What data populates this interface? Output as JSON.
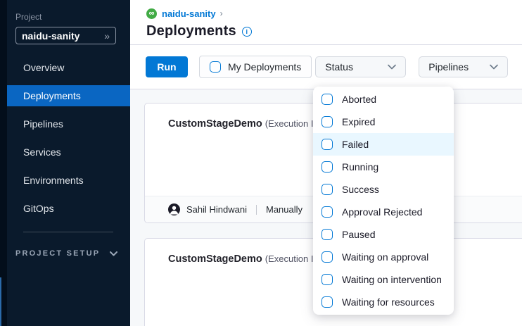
{
  "colors": {
    "accent_blue": "#0278d5",
    "nav_active_blue": "#0a66c2",
    "sidebar_bg": "#0a1a2c",
    "module_green": "#42ab45",
    "content_bg": "#f6f8fa",
    "border": "#d9dae5",
    "menu_highlight": "#e9f7ff"
  },
  "sidebar": {
    "project_label": "Project",
    "project_selector": {
      "value": "naidu-sanity",
      "expand_icon": "»"
    },
    "nav": [
      {
        "label": "Overview",
        "active": false
      },
      {
        "label": "Deployments",
        "active": true
      },
      {
        "label": "Pipelines",
        "active": false
      },
      {
        "label": "Services",
        "active": false
      },
      {
        "label": "Environments",
        "active": false
      },
      {
        "label": "GitOps",
        "active": false
      }
    ],
    "project_setup_label": "PROJECT SETUP"
  },
  "header": {
    "breadcrumb_project": "naidu-sanity",
    "breadcrumb_chevron": "›",
    "title": "Deployments",
    "info_icon_glyph": "i"
  },
  "toolbar": {
    "run_label": "Run",
    "my_deployments_label": "My Deployments",
    "status_filter_label": "Status",
    "pipelines_filter_label": "Pipelines"
  },
  "status_dropdown": {
    "items": [
      {
        "label": "Aborted",
        "checked": false,
        "highlighted": false
      },
      {
        "label": "Expired",
        "checked": false,
        "highlighted": false
      },
      {
        "label": "Failed",
        "checked": false,
        "highlighted": true
      },
      {
        "label": "Running",
        "checked": false,
        "highlighted": false
      },
      {
        "label": "Success",
        "checked": false,
        "highlighted": false
      },
      {
        "label": "Approval Rejected",
        "checked": false,
        "highlighted": false
      },
      {
        "label": "Paused",
        "checked": false,
        "highlighted": false
      },
      {
        "label": "Waiting on approval",
        "checked": false,
        "highlighted": false
      },
      {
        "label": "Waiting on intervention",
        "checked": false,
        "highlighted": false
      },
      {
        "label": "Waiting for resources",
        "checked": false,
        "highlighted": false
      }
    ]
  },
  "deployments": [
    {
      "pipeline_name": "CustomStageDemo",
      "execution_id_prefix": "(Execution Id",
      "triggered_by": "Sahil Hindwani",
      "trigger_type": "Manually"
    },
    {
      "pipeline_name": "CustomStageDemo",
      "execution_id_prefix": "(Execution Id"
    }
  ],
  "icons": {
    "module_glyph": "∞"
  }
}
